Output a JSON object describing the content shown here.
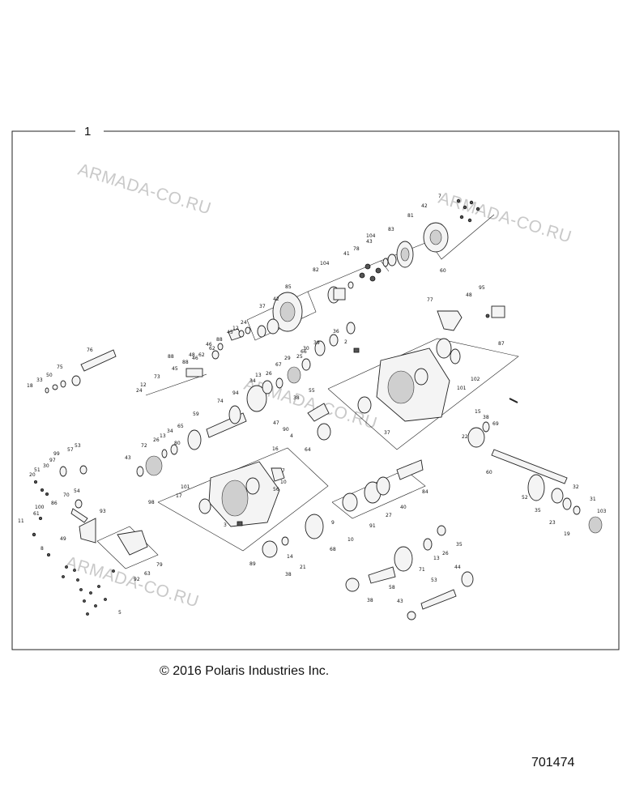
{
  "diagram": {
    "frame_label": "1",
    "copyright": "© 2016 Polaris Industries Inc.",
    "drawing_number": "701474",
    "watermarks": [
      "ARMADA-CO.RU",
      "ARMADA-CO.RU",
      "ARMADA-CO.RU",
      "ARMADA-CO.RU"
    ],
    "callouts": [
      "7",
      "42",
      "81",
      "83",
      "104",
      "43",
      "78",
      "41",
      "82",
      "104",
      "60",
      "85",
      "37",
      "42",
      "12",
      "24",
      "62",
      "88",
      "46",
      "45",
      "48",
      "76",
      "75",
      "50",
      "33",
      "18",
      "12",
      "24",
      "73",
      "45",
      "88",
      "46",
      "62",
      "74",
      "94",
      "59",
      "65",
      "34",
      "26",
      "13",
      "72",
      "43",
      "80",
      "53",
      "99",
      "97",
      "57",
      "51",
      "30",
      "20",
      "54",
      "86",
      "70",
      "61",
      "100",
      "11",
      "49",
      "8",
      "93",
      "98",
      "17",
      "101",
      "3",
      "89",
      "79",
      "63",
      "92",
      "16",
      "56",
      "10",
      "7",
      "55",
      "29",
      "25",
      "30",
      "39",
      "66",
      "36",
      "67",
      "26",
      "34",
      "13",
      "38",
      "47",
      "90",
      "4",
      "64",
      "2",
      "101",
      "102",
      "87",
      "77",
      "48",
      "95",
      "15",
      "38",
      "69",
      "22",
      "60",
      "52",
      "35",
      "32",
      "31",
      "23",
      "103",
      "19",
      "37",
      "84",
      "91",
      "27",
      "40",
      "9",
      "10",
      "68",
      "14",
      "21",
      "38",
      "35",
      "26",
      "13",
      "71",
      "44",
      "58",
      "38",
      "43",
      "53",
      "5",
      "88"
    ]
  }
}
